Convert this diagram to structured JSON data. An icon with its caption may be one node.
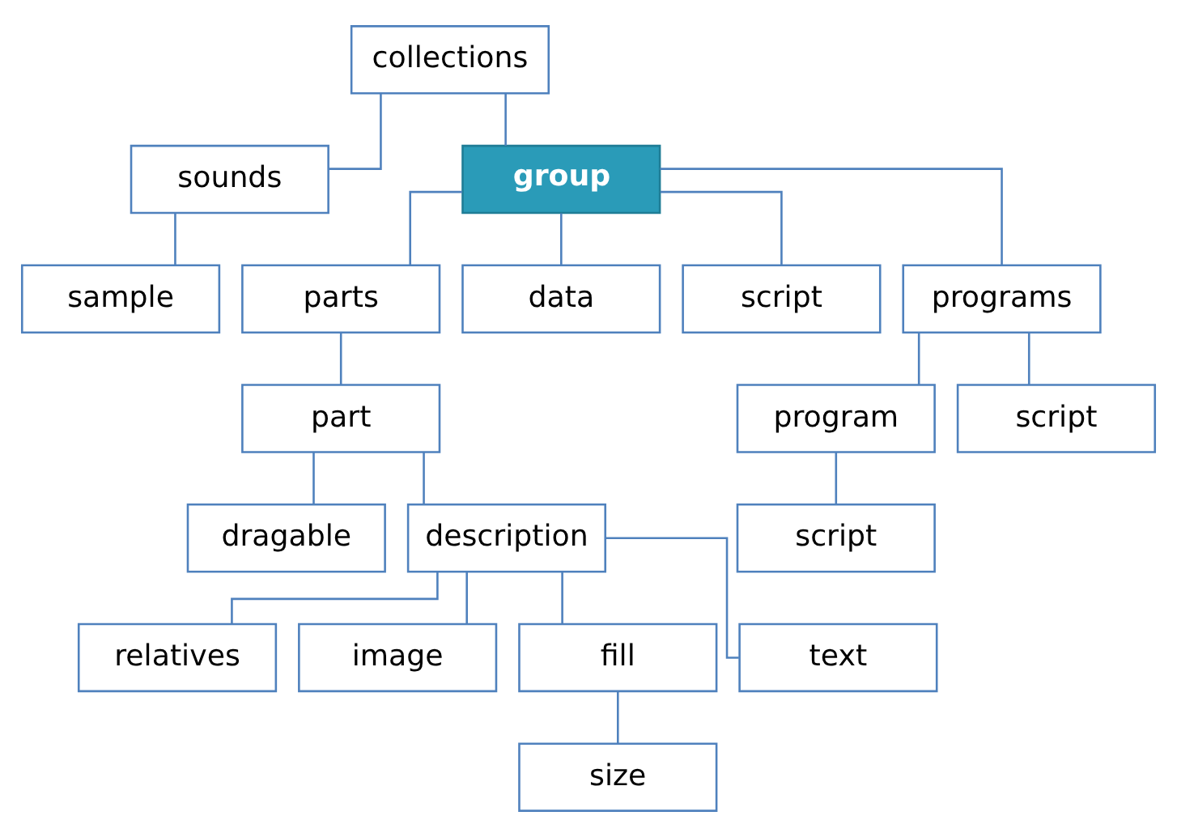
{
  "diagram": {
    "nodes": [
      {
        "text": [
          "collections"
        ]
      },
      {
        "text": [
          "sounds"
        ]
      },
      {
        "text": [
          "group"
        ]
      },
      {
        "text": [
          "sample"
        ]
      },
      {
        "text": [
          "parts"
        ]
      },
      {
        "text": [
          "data"
        ]
      },
      {
        "text": [
          "script"
        ]
      },
      {
        "text": [
          "programs"
        ]
      },
      {
        "text": [
          "part"
        ]
      },
      {
        "text": [
          "program"
        ]
      },
      {
        "text": [
          "script"
        ]
      },
      {
        "text": [
          "dragable"
        ]
      },
      {
        "text": [
          "description"
        ]
      },
      {
        "text": [
          "script"
        ]
      },
      {
        "text": [
          "relatives"
        ]
      },
      {
        "text": [
          "image"
        ]
      },
      {
        "text": [
          "fill"
        ]
      },
      {
        "text": [
          "text"
        ]
      },
      {
        "text": [
          "size"
        ]
      }
    ],
    "edges": [
      {
        "from": 0,
        "to": 1,
        "arrow": "none"
      },
      {
        "from": 0,
        "to": 2,
        "arrow": "none"
      },
      {
        "from": 1,
        "to": 3,
        "arrow": "none"
      },
      {
        "from": 2,
        "to": 4,
        "arrow": "none"
      },
      {
        "from": 2,
        "to": 5,
        "arrow": "none"
      },
      {
        "from": 2,
        "to": 6,
        "arrow": "none"
      },
      {
        "from": 2,
        "to": 7,
        "arrow": "none"
      },
      {
        "from": 4,
        "to": 8,
        "arrow": "none"
      },
      {
        "from": 7,
        "to": 9,
        "arrow": "none"
      },
      {
        "from": 7,
        "to": 10,
        "arrow": "none"
      },
      {
        "from": 8,
        "to": 11,
        "arrow": "none"
      },
      {
        "from": 8,
        "to": 12,
        "arrow": "none"
      },
      {
        "from": 9,
        "to": 13,
        "arrow": "none"
      },
      {
        "from": 12,
        "to": 14,
        "arrow": "none"
      },
      {
        "from": 12,
        "to": 15,
        "arrow": "none"
      },
      {
        "from": 12,
        "to": 16,
        "arrow": "none"
      },
      {
        "from": 12,
        "to": 17,
        "arrow": "none"
      },
      {
        "from": 16,
        "to": 18,
        "arrow": "none"
      }
    ]
  }
}
